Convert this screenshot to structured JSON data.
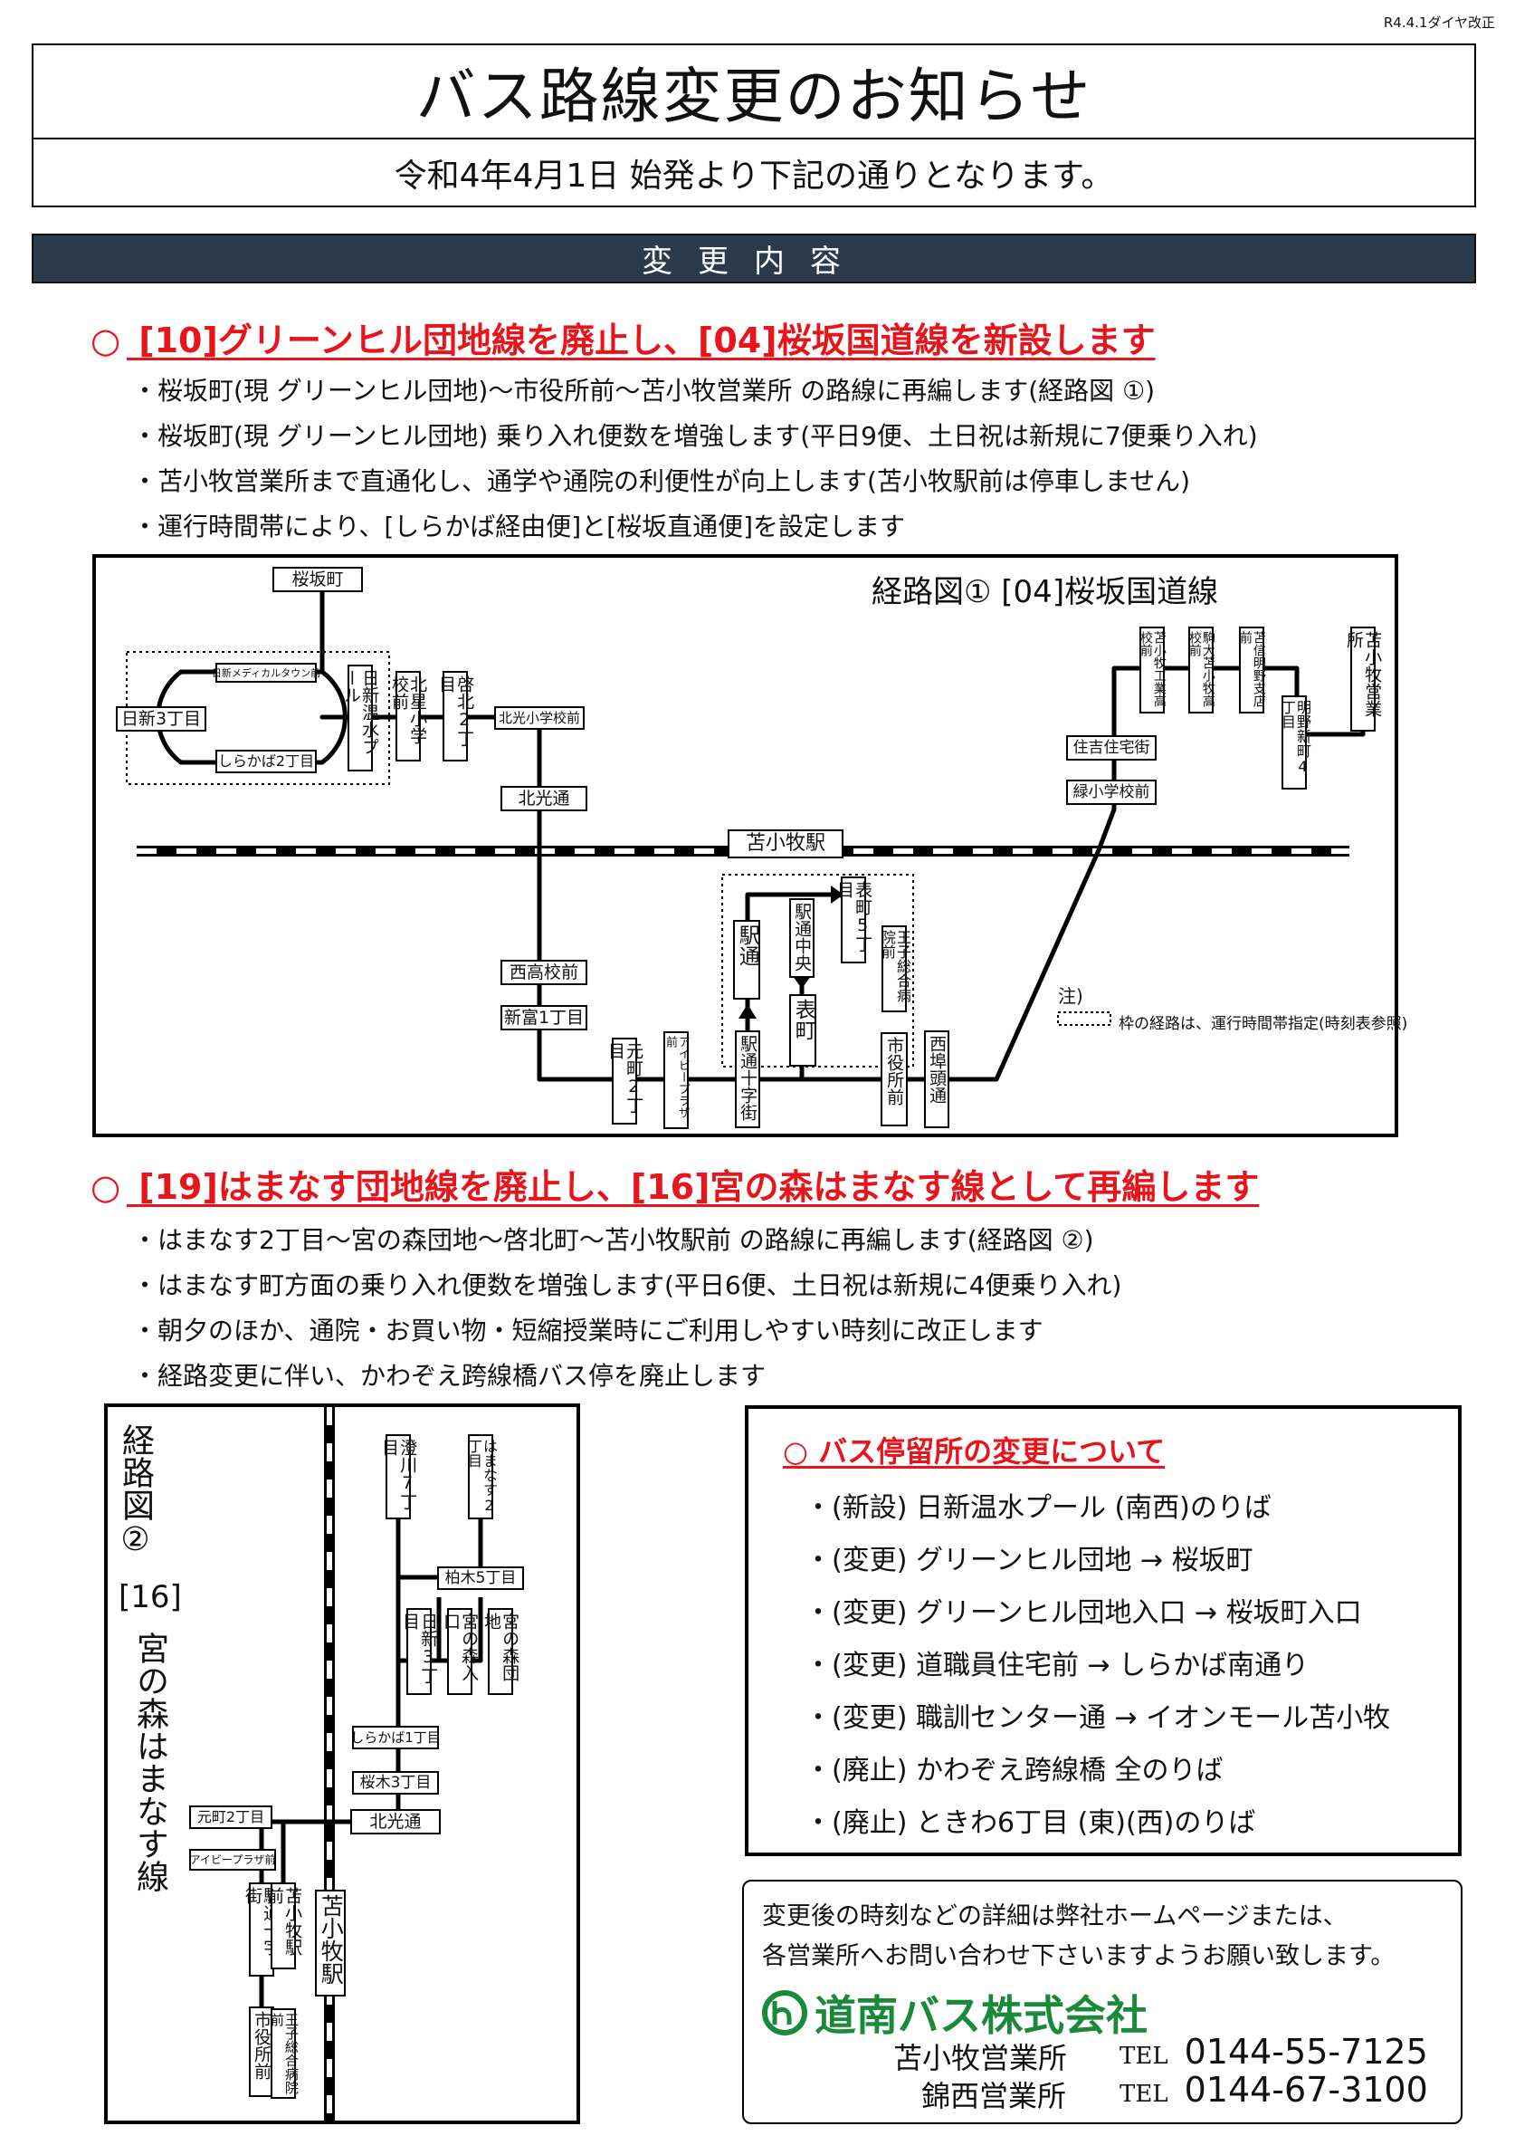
{
  "revision": "R4.4.1ダイヤ改正",
  "title": "バス路線変更のお知らせ",
  "subtitle": "令和4年4月1日 始発より下記の通りとなります。",
  "section_bar": "変更内容",
  "section1": {
    "marker": "○",
    "heading": "[10]グリーンヒル団地線を廃止し、[04]桜坂国道線を新設します",
    "bullets": [
      "・桜坂町(現 グリーンヒル団地)～市役所前～苫小牧営業所 の路線に再編します(経路図 ①)",
      "・桜坂町(現 グリーンヒル団地) 乗り入れ便数を増強します(平日9便、土日祝は新規に7便乗り入れ)",
      "・苫小牧営業所まで直通化し、通学や通院の利便性が向上します(苫小牧駅前は停車しません)",
      "・運行時間帯により、[しらかば経由便]と[桜坂直通便]を設定します"
    ]
  },
  "map1": {
    "title": "経路図① [04]桜坂国道線",
    "station": "苫小牧駅",
    "note_label": "注)",
    "note_text": "枠の経路は、運行時間帯指定(時刻表参照)",
    "stops": {
      "sakurazaka": "桜坂町",
      "medical": "日新メディカルタウン前",
      "nisshin3": "日新3丁目",
      "shirakaba2": "しらかば2丁目",
      "onsui": "日新温水プール",
      "hokusei": "北星小学校前",
      "keihoku2": "啓北2丁目",
      "hokko_school": "北光小学校前",
      "hokko": "北光通",
      "nishiko": "西高校前",
      "shintomi1": "新富1丁目",
      "motomachi2": "元町2丁目",
      "aibii": "アイビープラザ前",
      "ekidori_juji": "駅通十字街",
      "ekidori": "駅通",
      "ekidori_chuo": "駅通中央",
      "omote": "表町",
      "omote5": "表町5丁目",
      "oji": "王子総合病院前",
      "shiyakusho": "市役所前",
      "nishifuto": "西埠頭通",
      "sumiyoshi": "住吉住宅街",
      "midori": "緑小学校前",
      "tomakomai_kogyo": "苫小牧工業高校前",
      "komazawa": "駒大苫小牧高校前",
      "meino_shiten": "苫信明野支店前",
      "meino4": "明野新町4丁目",
      "eigyosho": "苫小牧営業所"
    }
  },
  "section2": {
    "marker": "○",
    "heading": "[19]はまなす団地線を廃止し、[16]宮の森はまなす線として再編します",
    "bullets": [
      "・はまなす2丁目～宮の森団地～啓北町～苫小牧駅前 の路線に再編します(経路図 ②)",
      "・はまなす町方面の乗り入れ便数を増強します(平日6便、土日祝は新規に4便乗り入れ)",
      "・朝夕のほか、通院・お買い物・短縮授業時にご利用しやすい時刻に改正します",
      "・経路変更に伴い、かわぞえ跨線橋バス停を廃止します"
    ]
  },
  "map2": {
    "title": "経路図②",
    "route_no": "[16]",
    "route_name": "宮の森はまなす線",
    "stops": {
      "sumikawa7": "澄川7丁目",
      "hamanasu2": "はまなす2丁目",
      "kashiwagi5": "柏木5丁目",
      "nisshin3": "日新3丁目",
      "miyanomori_iriguchi": "宮の森入口",
      "miyanomori_danchi": "宮の森団地",
      "shirakaba1": "しらかば1丁目",
      "sakuragi3": "桜木3丁目",
      "motomachi2": "元町2丁目",
      "hokko": "北光通",
      "aibii": "アイビープラザ前",
      "ekidori_juji": "駅通十字街",
      "ekimae": "苫小牧駅前",
      "station": "苫小牧駅",
      "shiyakusho": "市役所前",
      "oji": "王子総合病院前"
    }
  },
  "stop_changes": {
    "marker": "○",
    "heading": "バス停留所の変更について",
    "items": [
      "・(新設) 日新温水プール (南西)のりば",
      "・(変更) グリーンヒル団地 → 桜坂町",
      "・(変更) グリーンヒル団地入口 → 桜坂町入口",
      "・(変更) 道職員住宅前 → しらかば南通り",
      "・(変更) 職訓センター通 → イオンモール苫小牧",
      "・(廃止) かわぞえ跨線橋 全のりば",
      "・(廃止) ときわ6丁目 (東)(西)のりば"
    ]
  },
  "contact": {
    "line1": "変更後の時刻などの詳細は弊社ホームページまたは、",
    "line2": "各営業所へお問い合わせ下さいますようお願い致します。",
    "company": "道南バス株式会社",
    "tel_mark": "TEL",
    "offices": [
      {
        "name": "苫小牧営業所",
        "tel": "0144-55-7125"
      },
      {
        "name": "錦西営業所",
        "tel": "0144-67-3100"
      }
    ]
  },
  "colors": {
    "accent_red": "#e8141b",
    "bar_navy": "#2c3a4d",
    "logo_green": "#1a8a3a"
  }
}
